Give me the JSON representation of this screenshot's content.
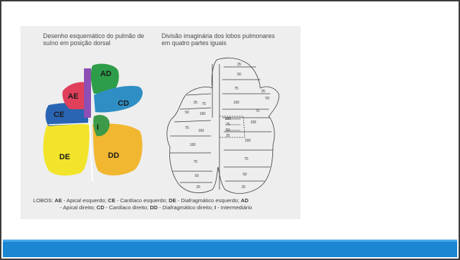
{
  "figure": {
    "left_caption_line1": "Desenho esquemático do pulmão de",
    "left_caption_line2": "suíno em posição dorsal",
    "right_caption_line1": "Divisão imaginária dos lobos pulmonares",
    "right_caption_line2": "em quatro partes iguais",
    "lobes": {
      "ad": "AD",
      "ae": "AE",
      "cd": "CD",
      "ce": "CE",
      "i": "I",
      "de": "DE",
      "dd": "DD"
    },
    "lobe_colors": {
      "ad": "#2e9d49",
      "ae": "#e0405a",
      "trachea": "#8e4fb5",
      "cd": "#2f8fc4",
      "ce": "#2a65b3",
      "i": "#3c9a48",
      "de": "#f2e42a",
      "dd": "#f1b730"
    },
    "grid_numbers": {
      "right_top": [
        "25",
        "50",
        "75",
        "100",
        "25",
        "50",
        "75",
        "100"
      ],
      "left_top": [
        "25",
        "50",
        "75",
        "100",
        "75",
        "100"
      ],
      "center": [
        "100",
        "75",
        "50",
        "25"
      ],
      "left_bottom": [
        "100",
        "75",
        "50",
        "25"
      ],
      "right_bottom": [
        "100",
        "75",
        "50",
        "25"
      ]
    },
    "legend_line1": {
      "prefix": "LOBOS: ",
      "ae_abbr": "AE",
      "ae_text": " - Apical esquerdo; ",
      "ce_abbr": "CE",
      "ce_text": " - Cardíaco esquerdo;  ",
      "de_abbr": "DE",
      "de_text": " - Diafragmático esquerdo; ",
      "ad_abbr": "AD"
    },
    "legend_line2": {
      "ad_text": "- Apical direito;  ",
      "cd_abbr": "CD",
      "cd_text": " - Cardíaco direito; ",
      "dd_abbr": "DD",
      "dd_text": " - Diafragmático direito; ",
      "i_abbr": "I",
      "i_text": " - Intermediário"
    }
  },
  "footer": {
    "bar_color": "#1d86d3"
  }
}
